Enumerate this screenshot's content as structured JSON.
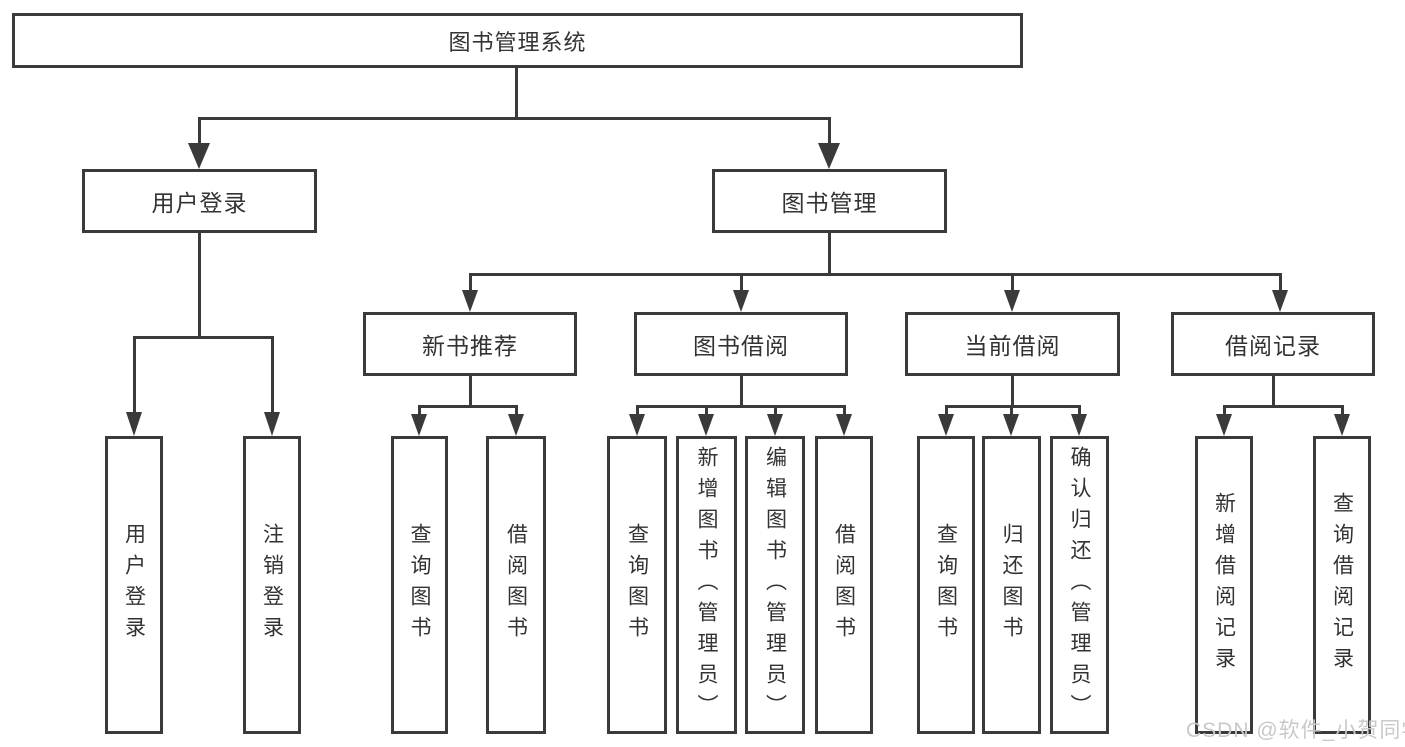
{
  "diagram": {
    "root": "图书管理系统",
    "branches": {
      "login": {
        "label": "用户登录",
        "children": [
          "用户登录",
          "注销登录"
        ]
      },
      "management": {
        "label": "图书管理",
        "modules": [
          {
            "label": "新书推荐",
            "children": [
              "查询图书",
              "借阅图书"
            ]
          },
          {
            "label": "图书借阅",
            "children": [
              "查询图书",
              "新增图书（管理员）",
              "编辑图书（管理员）",
              "借阅图书"
            ]
          },
          {
            "label": "当前借阅",
            "children": [
              "查询图书",
              "归还图书",
              "确认归还（管理员）"
            ]
          },
          {
            "label": "借阅记录",
            "children": [
              "新增借阅记录",
              "查询借阅记录"
            ]
          }
        ]
      }
    }
  },
  "watermark": "CSDN @软件_小贺同学",
  "colors": {
    "line": "#3a3a3a",
    "text": "#333333",
    "watermark": "#c9c9c9",
    "background": "#ffffff"
  }
}
